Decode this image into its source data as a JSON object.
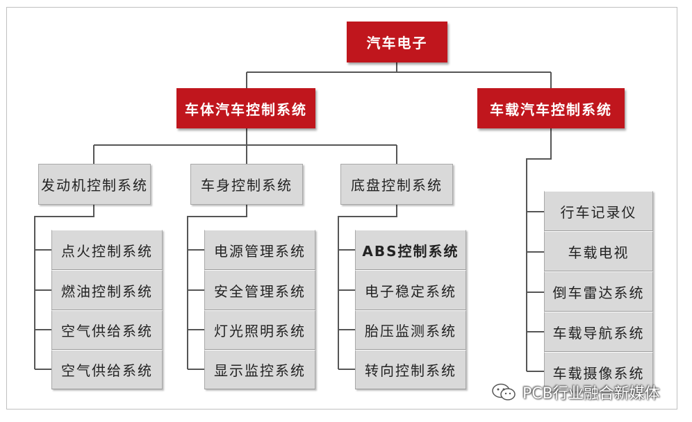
{
  "root": {
    "label": "汽车电子"
  },
  "branches": {
    "body_control": {
      "label": "车体汽车控制系统"
    },
    "vehicle_mounted": {
      "label": "车载汽车控制系统"
    }
  },
  "groups": {
    "engine": {
      "label": "发动机控制系统",
      "items": [
        "点火控制系统",
        "燃油控制系统",
        "空气供给系统",
        "空气供给系统"
      ]
    },
    "body": {
      "label": "车身控制系统",
      "items": [
        "电源管理系统",
        "安全管理系统",
        "灯光照明系统",
        "显示监控系统"
      ]
    },
    "chassis": {
      "label": "底盘控制系统",
      "items": [
        "ABS控制系统",
        "电子稳定系统",
        "胎压监测系统",
        "转向控制系统"
      ]
    },
    "vehicle_mounted": {
      "items": [
        "行车记录仪",
        "车载电视",
        "倒车雷达系统",
        "车载导航系统",
        "车载摄像系统"
      ]
    }
  },
  "watermark": {
    "text": "PCB行业融合新媒体",
    "icon": "wechat-icon"
  },
  "colors": {
    "red_box": "#c0161d",
    "grey_box": "#d9d9d9",
    "connector": "#555555",
    "frame": "#bfbfbf"
  }
}
